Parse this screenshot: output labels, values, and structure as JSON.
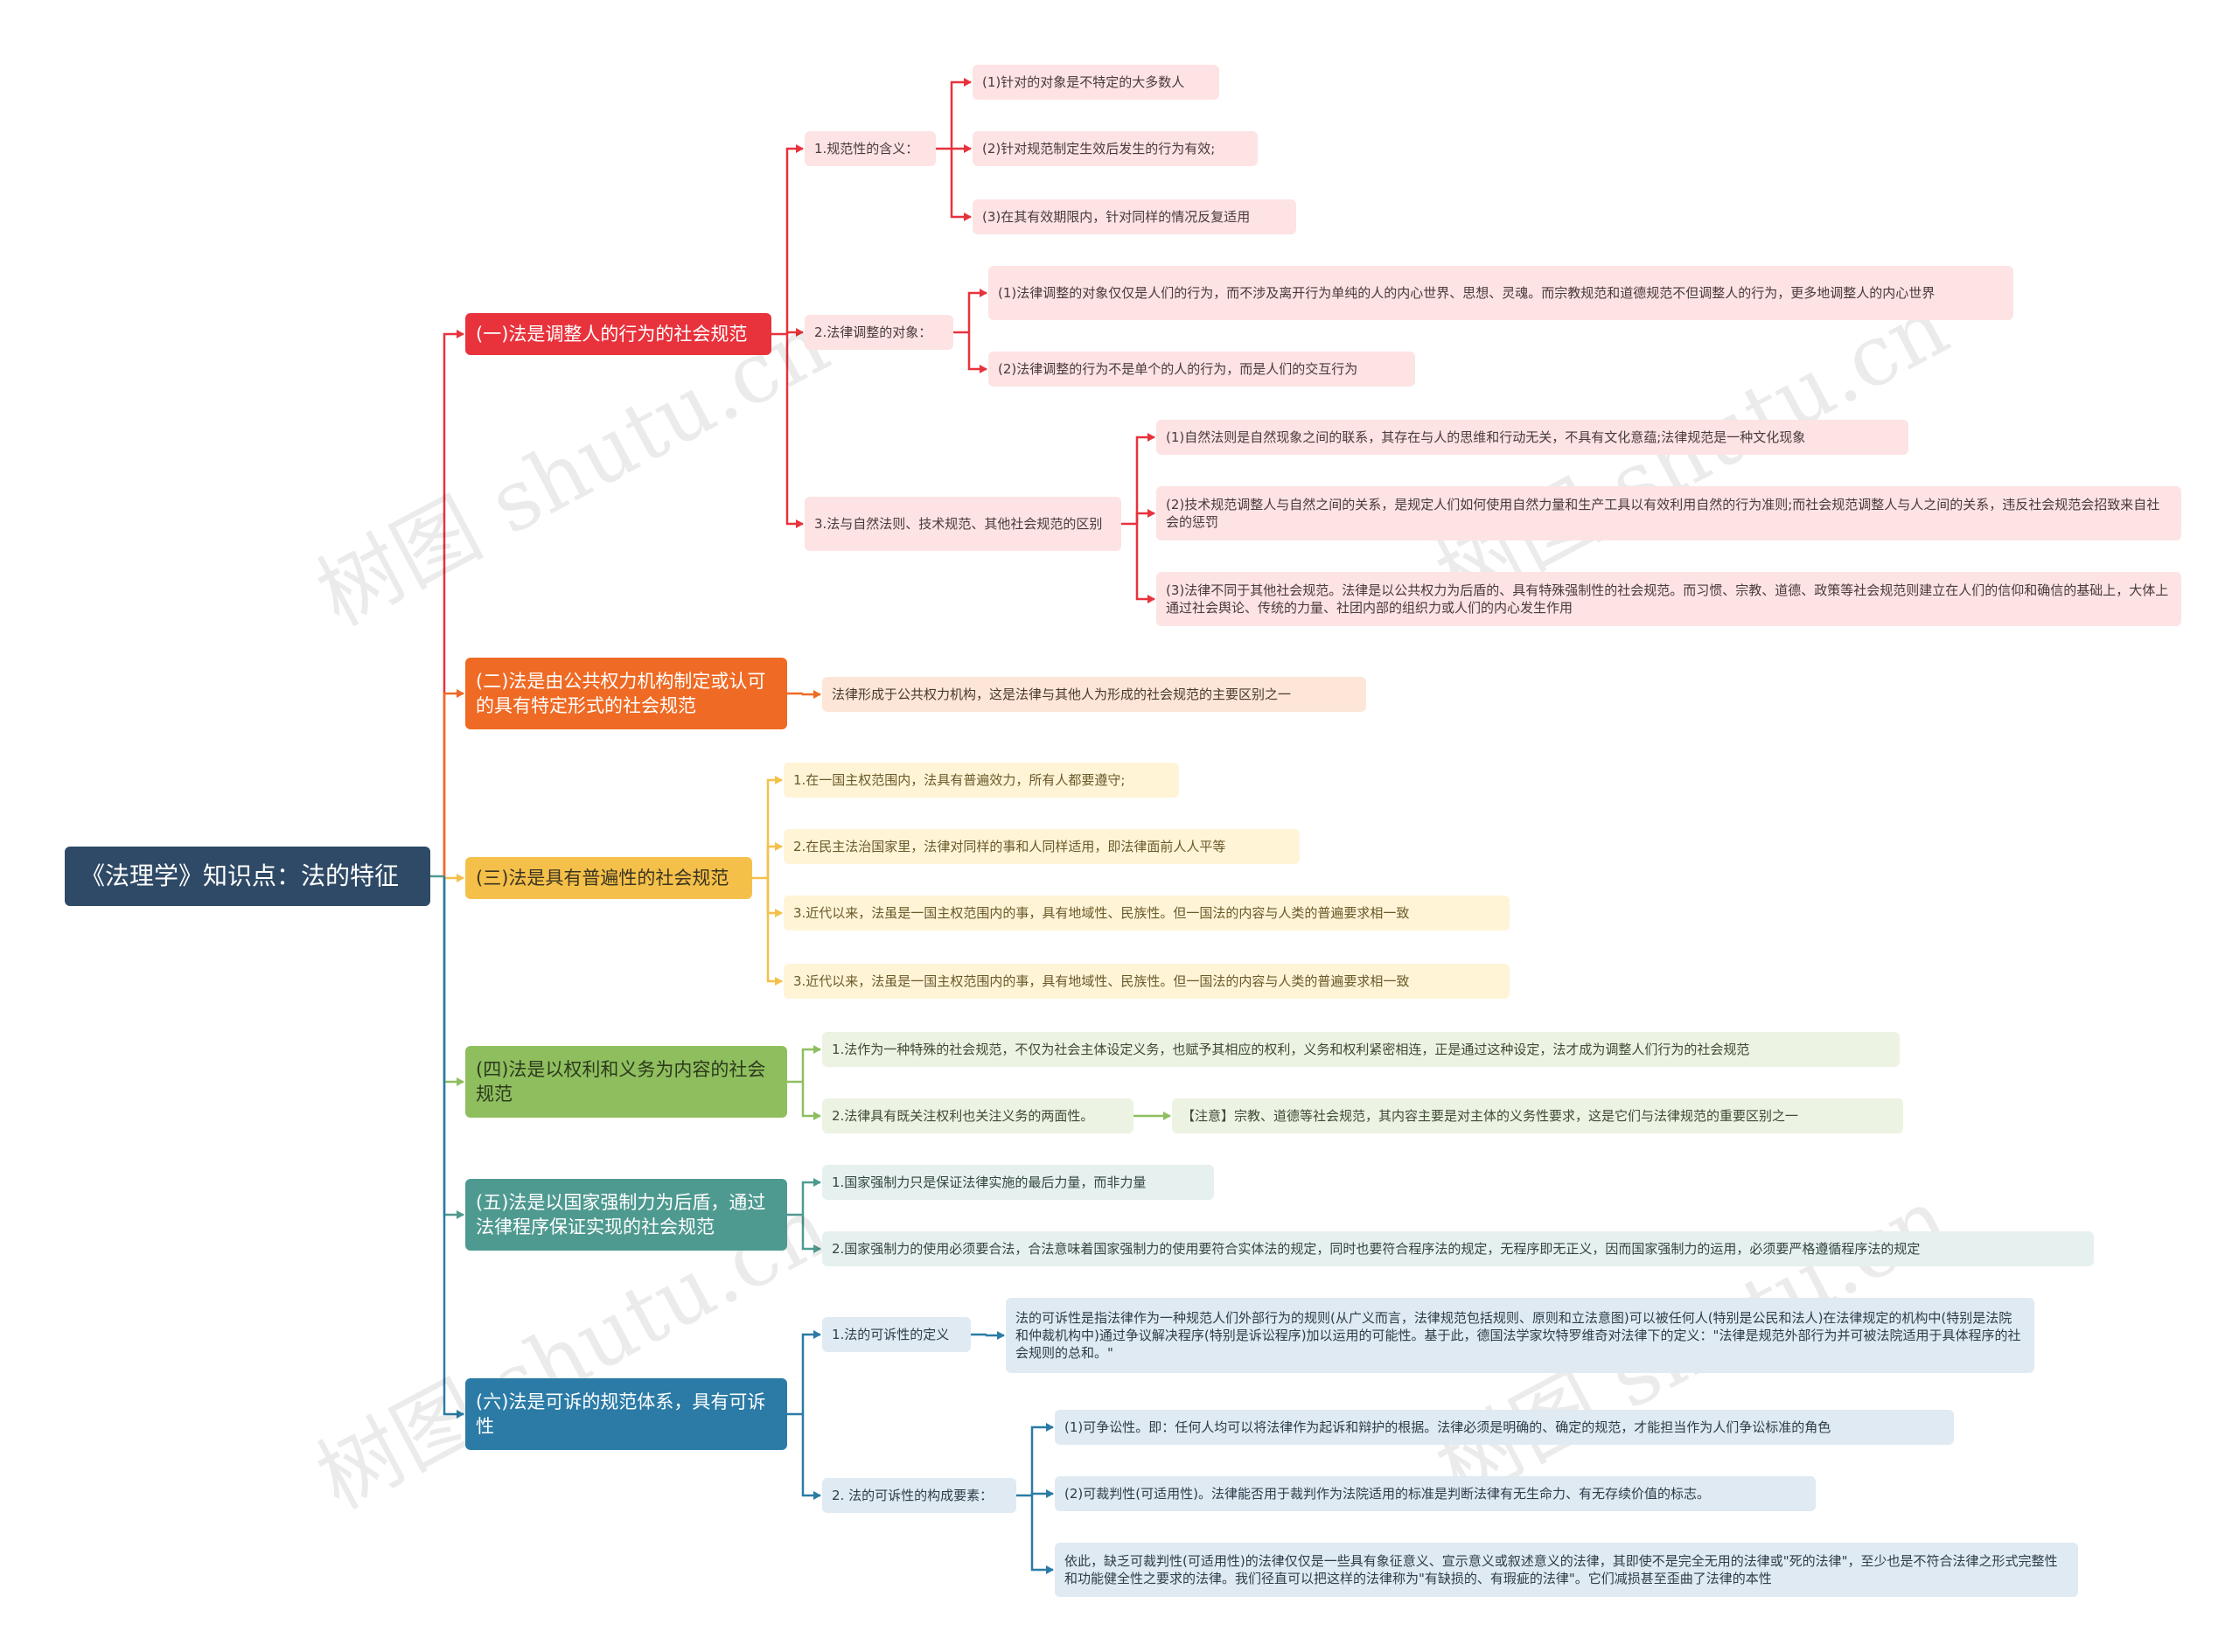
{
  "root": {
    "label": "《法理学》知识点：法的特征",
    "color": "#2f4a66"
  },
  "colors": {
    "red": "#e8323c",
    "orange": "#ef6a24",
    "yellow": "#f5c04a",
    "green": "#8fbe5f",
    "teal": "#4f9a90",
    "blue": "#2b7ba6"
  },
  "branches": [
    {
      "label": "(一)法是调整人的行为的社会规范",
      "children": [
        {
          "label": "1.规范性的含义：",
          "children": [
            {
              "label": "(1)针对的对象是不特定的大多数人"
            },
            {
              "label": "(2)针对规范制定生效后发生的行为有效;"
            },
            {
              "label": "(3)在其有效期限内，针对同样的情况反复适用"
            }
          ]
        },
        {
          "label": "2.法律调整的对象：",
          "children": [
            {
              "label": "(1)法律调整的对象仅仅是人们的行为，而不涉及离开行为单纯的人的内心世界、思想、灵魂。而宗教规范和道德规范不但调整人的行为，更多地调整人的内心世界"
            },
            {
              "label": "(2)法律调整的行为不是单个的人的行为，而是人们的交互行为"
            }
          ]
        },
        {
          "label": "3.法与自然法则、技术规范、其他社会规范的区别",
          "children": [
            {
              "label": "(1)自然法则是自然现象之间的联系，其存在与人的思维和行动无关，不具有文化意蕴;法律规范是一种文化现象"
            },
            {
              "label": "(2)技术规范调整人与自然之间的关系，是规定人们如何使用自然力量和生产工具以有效利用自然的行为准则;而社会规范调整人与人之间的关系，违反社会规范会招致来自社会的惩罚"
            },
            {
              "label": "(3)法律不同于其他社会规范。法律是以公共权力为后盾的、具有特殊强制性的社会规范。而习惯、宗教、道德、政策等社会规范则建立在人们的信仰和确信的基础上，大体上通过社会舆论、传统的力量、社团内部的组织力或人们的内心发生作用"
            }
          ]
        }
      ]
    },
    {
      "label": "(二)法是由公共权力机构制定或认可的具有特定形式的社会规范",
      "children": [
        {
          "label": "法律形成于公共权力机构，这是法律与其他人为形成的社会规范的主要区别之一"
        }
      ]
    },
    {
      "label": "(三)法是具有普遍性的社会规范",
      "children": [
        {
          "label": "1.在一国主权范围内，法具有普遍效力，所有人都要遵守;"
        },
        {
          "label": "2.在民主法治国家里，法律对同样的事和人同样适用，即法律面前人人平等"
        },
        {
          "label": "3.近代以来，法虽是一国主权范围内的事，具有地域性、民族性。但一国法的内容与人类的普遍要求相一致"
        },
        {
          "label": "3.近代以来，法虽是一国主权范围内的事，具有地域性、民族性。但一国法的内容与人类的普遍要求相一致"
        }
      ]
    },
    {
      "label": "(四)法是以权利和义务为内容的社会规范",
      "children": [
        {
          "label": "1.法作为一种特殊的社会规范，不仅为社会主体设定义务，也赋予其相应的权利，义务和权利紧密相连，正是通过这种设定，法才成为调整人们行为的社会规范"
        },
        {
          "label": "2.法律具有既关注权利也关注义务的两面性。",
          "children": [
            {
              "label": "【注意】宗教、道德等社会规范，其内容主要是对主体的义务性要求，这是它们与法律规范的重要区别之一"
            }
          ]
        }
      ]
    },
    {
      "label": "(五)法是以国家强制力为后盾，通过法律程序保证实现的社会规范",
      "children": [
        {
          "label": "1.国家强制力只是保证法律实施的最后力量，而非力量"
        },
        {
          "label": "2.国家强制力的使用必须要合法，合法意味着国家强制力的使用要符合实体法的规定，同时也要符合程序法的规定，无程序即无正义，因而国家强制力的运用，必须要严格遵循程序法的规定"
        }
      ]
    },
    {
      "label": "(六)法是可诉的规范体系，具有可诉性",
      "children": [
        {
          "label": "1.法的可诉性的定义",
          "children": [
            {
              "label": "法的可诉性是指法律作为一种规范人们外部行为的规则(从广义而言，法律规范包括规则、原则和立法意图)可以被任何人(特别是公民和法人)在法律规定的机构中(特别是法院和仲裁机构中)通过争议解决程序(特别是诉讼程序)加以运用的可能性。基于此，德国法学家坎特罗维奇对法律下的定义：\"法律是规范外部行为并可被法院适用于具体程序的社会规则的总和。\""
            }
          ]
        },
        {
          "label": "2. 法的可诉性的构成要素：",
          "children": [
            {
              "label": "(1)可争讼性。即：任何人均可以将法律作为起诉和辩护的根据。法律必须是明确的、确定的规范，才能担当作为人们争讼标准的角色"
            },
            {
              "label": "(2)可裁判性(可适用性)。法律能否用于裁判作为法院适用的标准是判断法律有无生命力、有无存续价值的标志。"
            },
            {
              "label": "依此，缺乏可裁判性(可适用性)的法律仅仅是一些具有象征意义、宣示意义或叙述意义的法律，其即使不是完全无用的法律或\"死的法律\"，至少也是不符合法律之形式完整性和功能健全性之要求的法律。我们径直可以把这样的法律称为\"有缺损的、有瑕疵的法律\"。它们减损甚至歪曲了法律的本性"
            }
          ]
        }
      ]
    }
  ],
  "watermark": "树图 shutu.cn"
}
